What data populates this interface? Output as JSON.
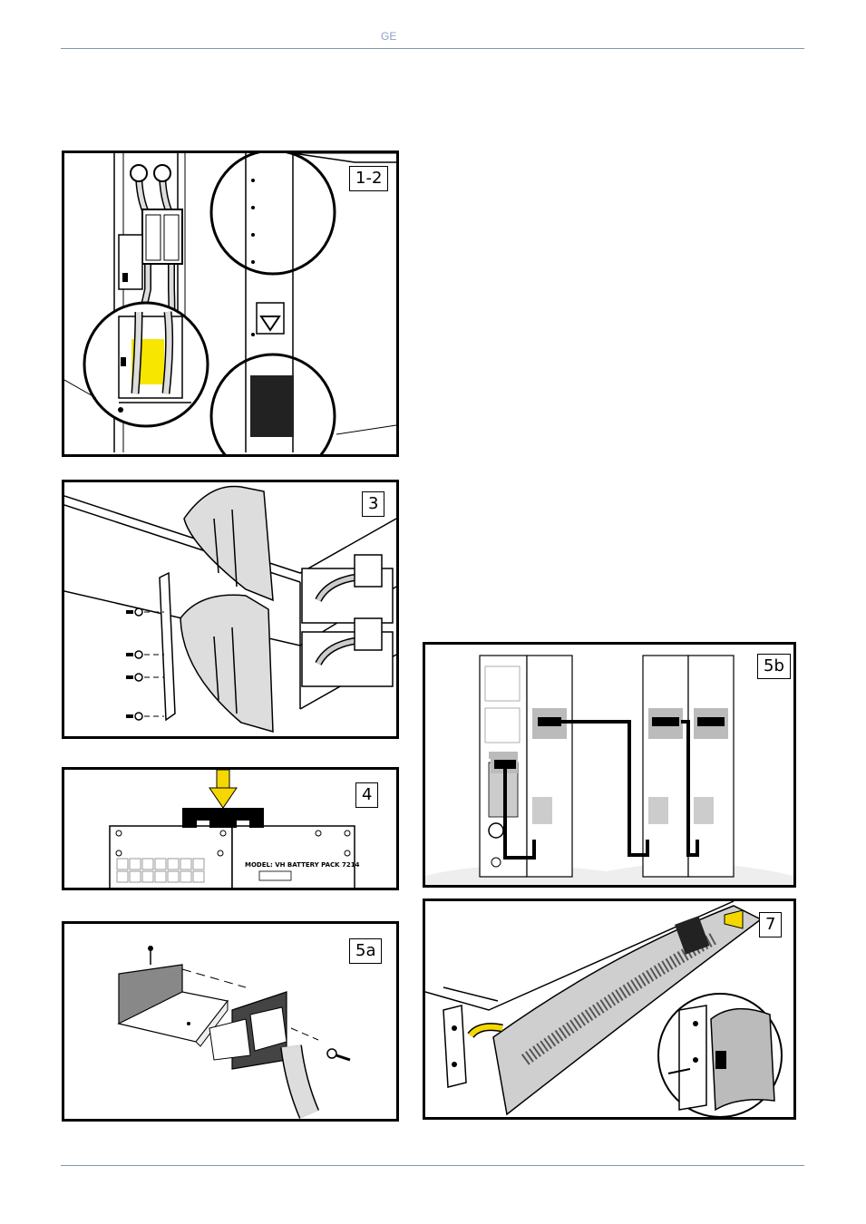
{
  "header": {
    "brand": "GE"
  },
  "figures": [
    {
      "id": "fig-1-2",
      "label": "1-2"
    },
    {
      "id": "fig-3",
      "label": "3"
    },
    {
      "id": "fig-4",
      "label": "4",
      "model_text": "MODEL: VH BATTERY PACK 7214"
    },
    {
      "id": "fig-5a",
      "label": "5a"
    },
    {
      "id": "fig-5b",
      "label": "5b"
    },
    {
      "id": "fig-7",
      "label": "7"
    }
  ],
  "colors": {
    "rule": "#7f95b8",
    "header_text": "#8ea0c2",
    "highlight_yellow": "#f7e600",
    "arrow_yellow": "#f5d800"
  }
}
